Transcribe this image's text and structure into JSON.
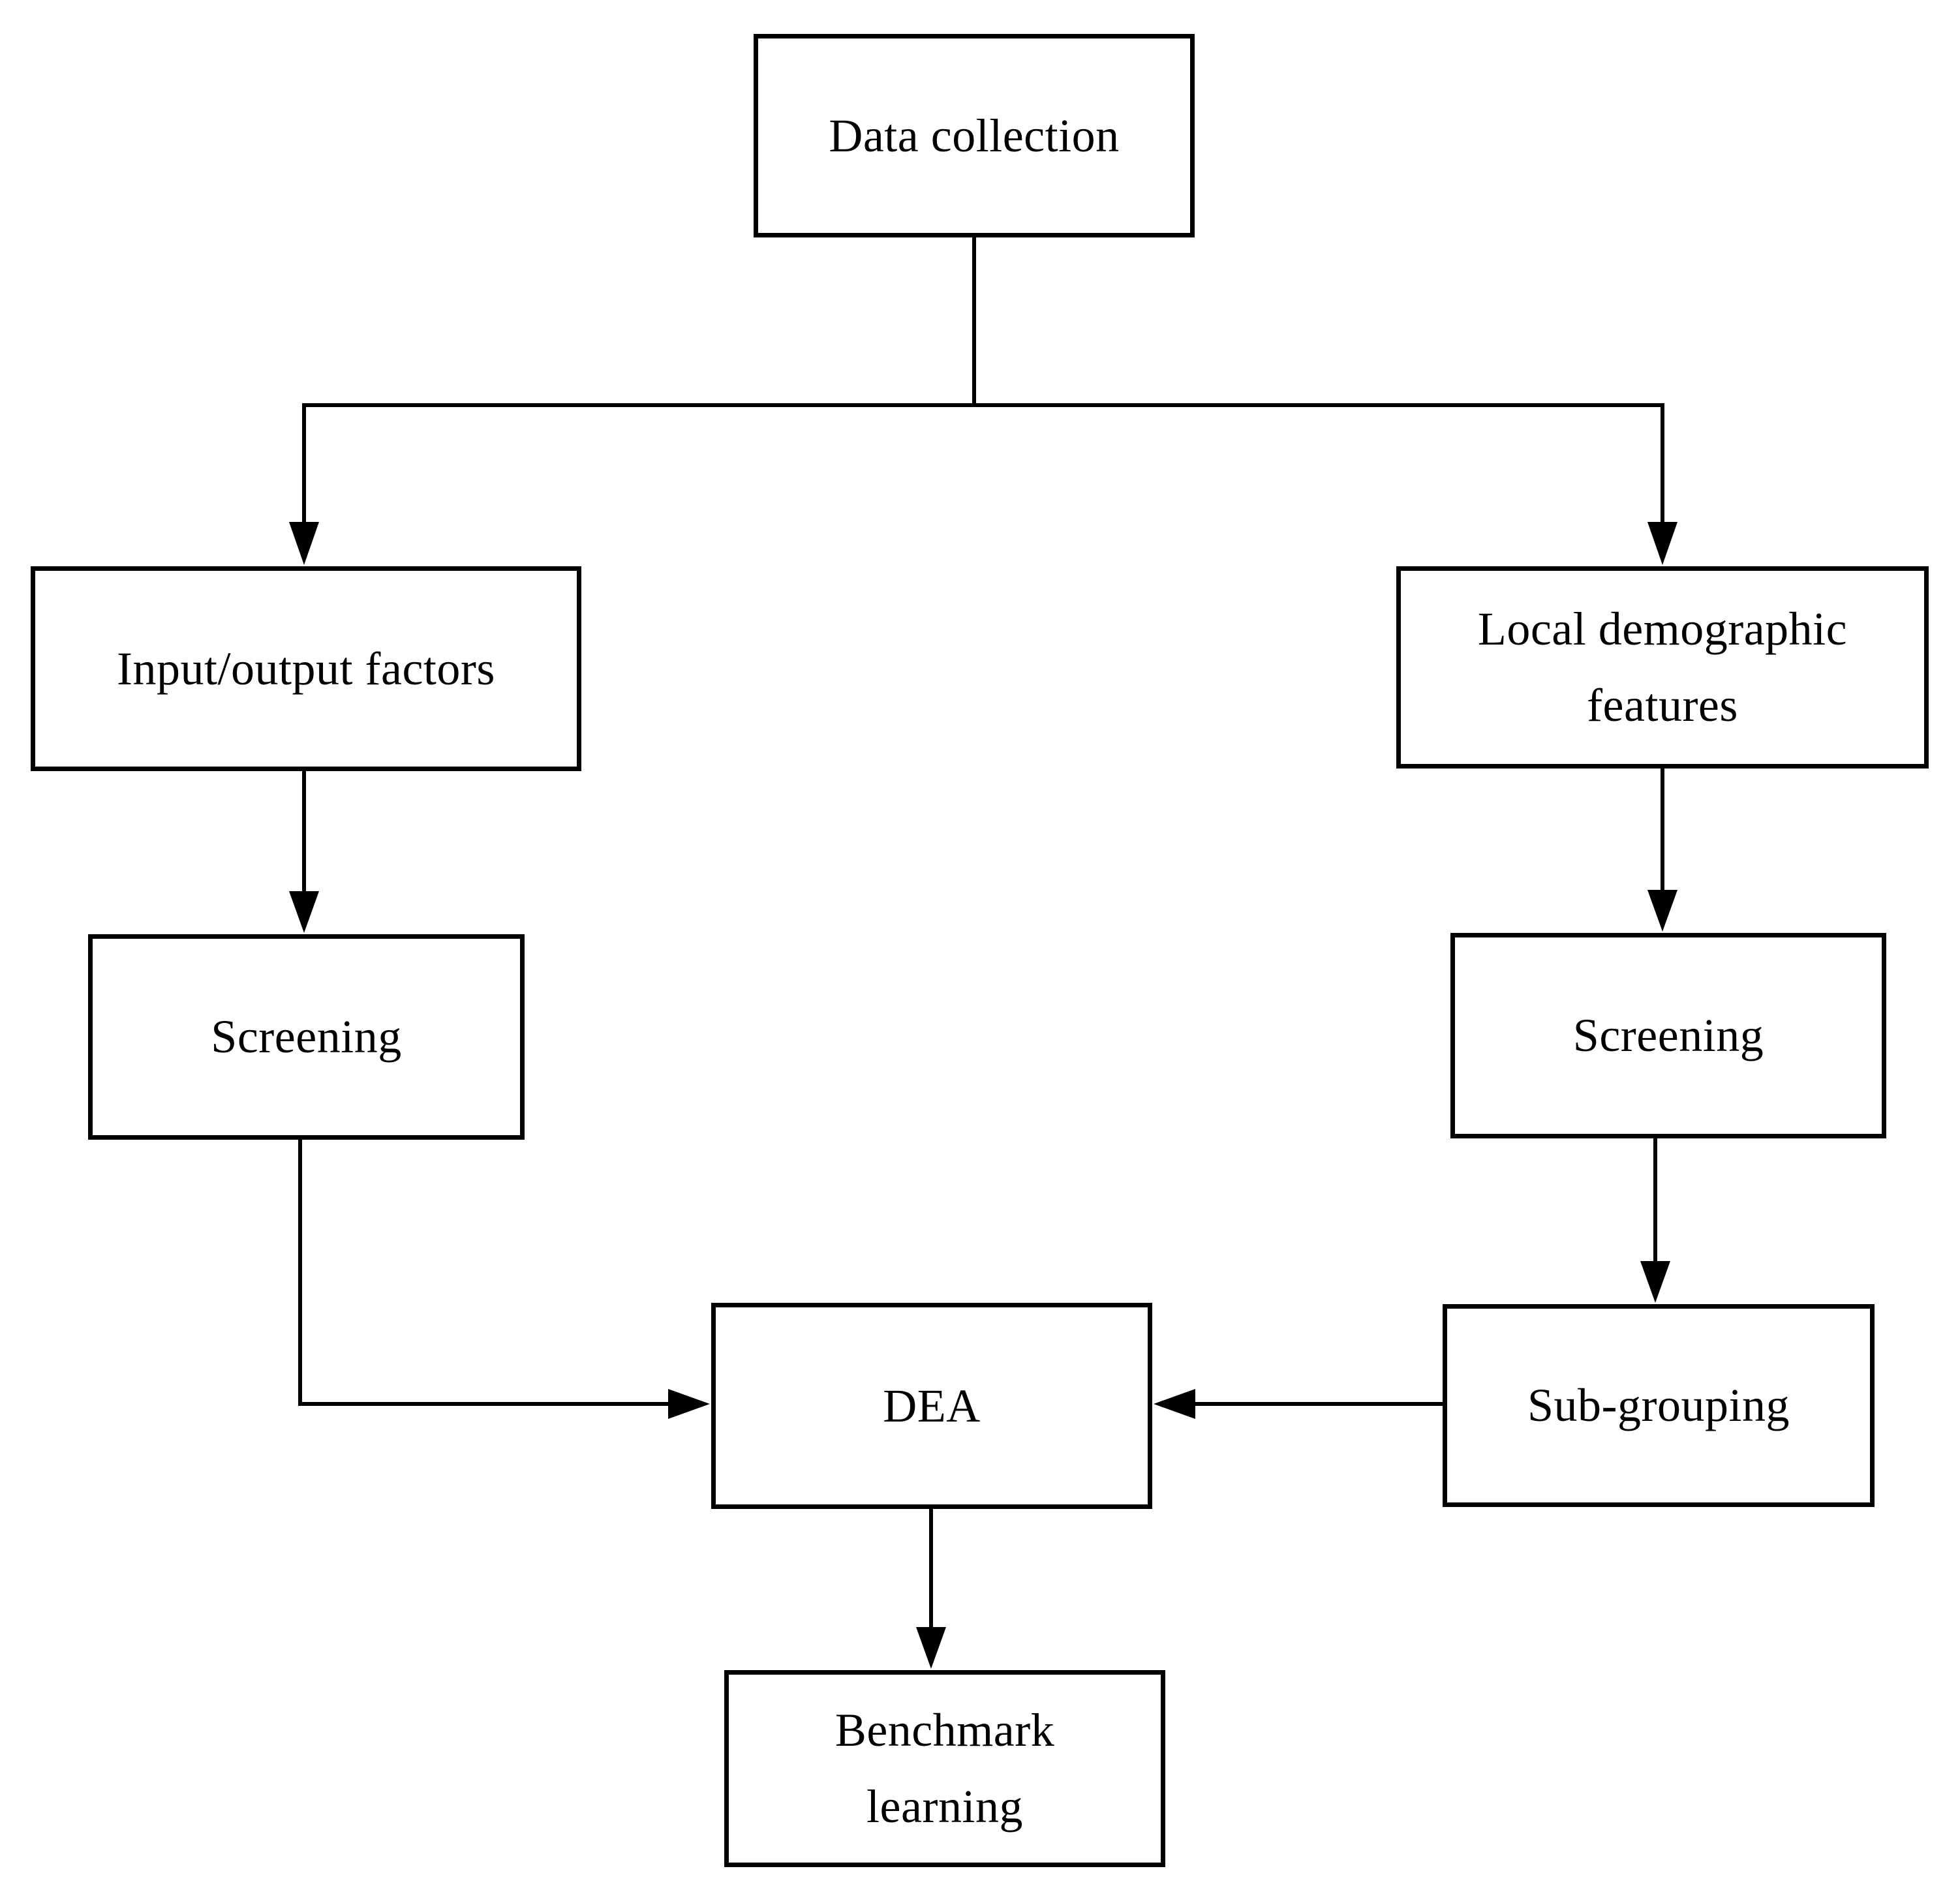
{
  "diagram": {
    "title": "Flowchart",
    "background_color": "#ffffff",
    "stroke_color": "#000000",
    "nodes": [
      {
        "id": "data-collection",
        "label": "Data collection"
      },
      {
        "id": "input-output-factors",
        "label": "Input/output factors"
      },
      {
        "id": "local-demographic-features",
        "label": "Local demographic\nfeatures"
      },
      {
        "id": "screening-left",
        "label": "Screening"
      },
      {
        "id": "screening-right",
        "label": "Screening"
      },
      {
        "id": "dea",
        "label": "DEA"
      },
      {
        "id": "sub-grouping",
        "label": "Sub-grouping"
      },
      {
        "id": "benchmark-learning",
        "label": "Benchmark\nlearning"
      }
    ],
    "edges": [
      {
        "from": "data-collection",
        "to": "input-output-factors"
      },
      {
        "from": "data-collection",
        "to": "local-demographic-features"
      },
      {
        "from": "input-output-factors",
        "to": "screening-left"
      },
      {
        "from": "local-demographic-features",
        "to": "screening-right"
      },
      {
        "from": "screening-left",
        "to": "dea"
      },
      {
        "from": "screening-right",
        "to": "sub-grouping"
      },
      {
        "from": "sub-grouping",
        "to": "dea"
      },
      {
        "from": "dea",
        "to": "benchmark-learning"
      }
    ]
  }
}
